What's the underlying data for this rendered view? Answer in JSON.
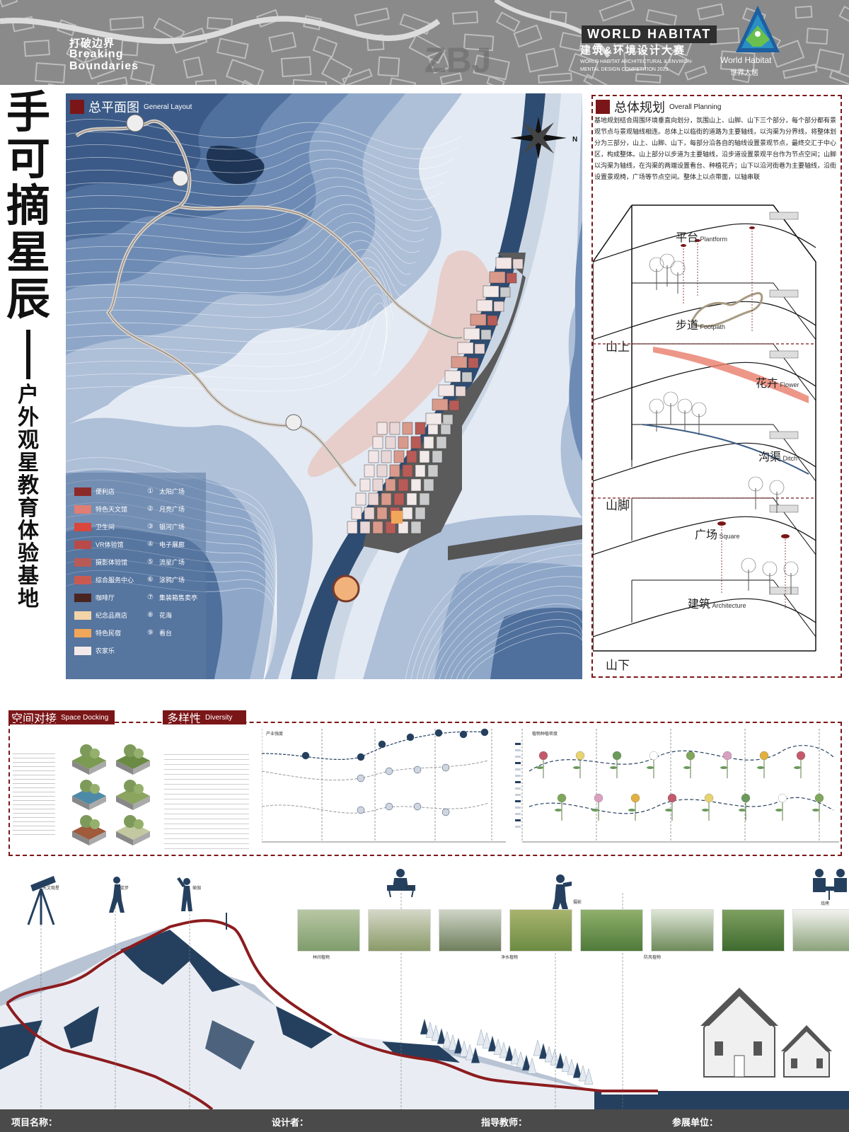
{
  "header": {
    "slogan_zh": "打破边界",
    "slogan_en_1": "Breaking",
    "slogan_en_2": "Boundaries",
    "competition_title_en": "WORLD HABITAT",
    "competition_title_zh": "建筑&环境设计大赛",
    "competition_sub_1": "WORLD HABITAT ARCHITECTURAL & ENVIRON-",
    "competition_sub_2": "MENTAL DESIGN COMPETITION 2023",
    "logo_text_en": "World Habitat",
    "logo_text_zh": "世界人居"
  },
  "title": {
    "main": [
      "手",
      "可",
      "摘",
      "星",
      "辰"
    ],
    "sub": [
      "户",
      "外",
      "观",
      "星",
      "教",
      "育",
      "体",
      "验",
      "基",
      "地"
    ]
  },
  "general_layout": {
    "title_zh": "总平面图",
    "title_en": "General Layout",
    "legend": [
      {
        "label": "便利店",
        "color": "#8c2a2a"
      },
      {
        "label": "特色天文馆",
        "color": "#e07d74"
      },
      {
        "label": "卫生间",
        "color": "#d9463d"
      },
      {
        "label": "VR体验馆",
        "color": "#b94a4a"
      },
      {
        "label": "摄影体验馆",
        "color": "#b85b57"
      },
      {
        "label": "综合服务中心",
        "color": "#c95a52"
      },
      {
        "label": "咖啡厅",
        "color": "#4a2421"
      },
      {
        "label": "纪念品商店",
        "color": "#f3d3a8"
      },
      {
        "label": "特色民宿",
        "color": "#f2a65a"
      },
      {
        "label": "农家乐",
        "color": "#f4e9e9"
      }
    ],
    "numbered": [
      {
        "num": "①",
        "label": "太阳广场"
      },
      {
        "num": "②",
        "label": "月亮广场"
      },
      {
        "num": "③",
        "label": "银河广场"
      },
      {
        "num": "④",
        "label": "电子展廊"
      },
      {
        "num": "⑤",
        "label": "流星广场"
      },
      {
        "num": "⑥",
        "label": "涂鸦广场"
      },
      {
        "num": "⑦",
        "label": "集装箱售卖亭"
      },
      {
        "num": "⑧",
        "label": "花海"
      },
      {
        "num": "⑨",
        "label": "看台"
      }
    ],
    "compass_label": "N"
  },
  "overall_planning": {
    "title_zh": "总体规划",
    "title_en": "Overall Planning",
    "description": "基地规划结合周围环境垂直向划分，氛围山上、山脚、山下三个部分，每个部分都有景观节点与景观轴线相连。总体上以临街的道路为主要轴线，以沟渠为分界线，将整体划分为三部分，山上、山脚、山下，每部分沿各自的轴线设置景观节点，最终交汇于中心区，构成整体。山上部分以步道为主要轴线，沿步道设置景观平台作为节点空间；山脚以沟渠为轴线，在沟渠的两端设置看台、种植花卉；山下以沿河街巷为主要轴线，沿街设置景观椅，广场等节点空间。整体上以点带面，以轴串联",
    "layers": [
      {
        "zh": "平台",
        "en": "Plantform"
      },
      {
        "zh": "步道",
        "en": "Footpath"
      },
      {
        "zh": "花卉",
        "en": "Flower"
      },
      {
        "zh": "沟渠",
        "en": "Ditch"
      },
      {
        "zh": "广场",
        "en": "Square"
      },
      {
        "zh": "建筑",
        "en": "Architecture"
      }
    ],
    "zones": [
      "山上",
      "山脚",
      "山下"
    ]
  },
  "space_docking": {
    "title_zh": "空间对接",
    "title_en": "Space Docking"
  },
  "diversity": {
    "title_zh": "多样性",
    "title_en": "Diversity",
    "chart1_label": "产业强度",
    "chart2_label": "植物种植密度"
  },
  "bottom": {
    "activities": [
      "天文观星",
      "徒步",
      "瑜伽",
      "休息",
      "摄影",
      "烧烤"
    ],
    "plants": [
      "林间植物",
      "净水植物",
      "防风植物"
    ]
  },
  "footer": {
    "project_name": "项目名称：",
    "designer": "设计者：",
    "advisor": "指导教师：",
    "unit": "参展单位："
  },
  "colors": {
    "accent": "#7b1618",
    "map_dark": "#3f5f8c",
    "map_mid": "#8ea7c8",
    "map_light": "#dfe7f1",
    "river": "#2e4c72"
  }
}
